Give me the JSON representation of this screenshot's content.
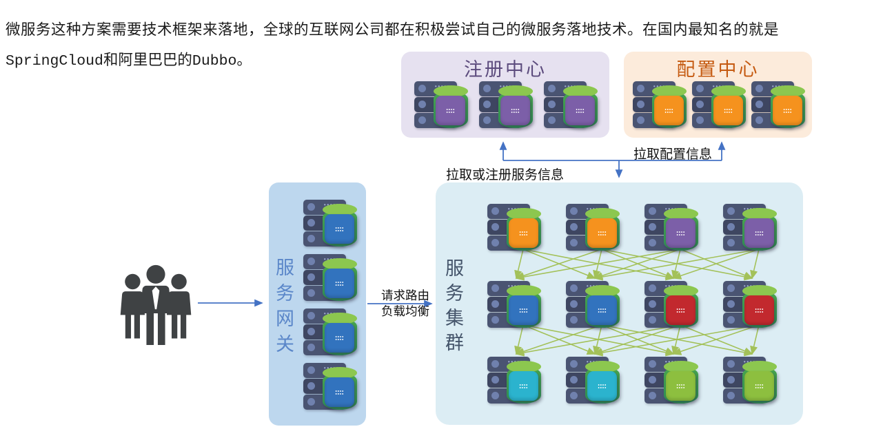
{
  "intro": {
    "line1": "微服务这种方案需要技术框架来落地，全球的互联网公司都在积极尝试自己的微服务落地技术。在国内最知名的就是",
    "line2": "SpringCloud和阿里巴巴的Dubbo。"
  },
  "boxes": {
    "registry": {
      "title": "注册中心"
    },
    "config": {
      "title": "配置中心"
    },
    "gateway": {
      "title": "服务网关"
    },
    "cluster": {
      "title": "服务集群"
    }
  },
  "labels": {
    "pull_or_register": "拉取或注册服务信息",
    "pull_config": "拉取配置信息",
    "route_line1": "请求路由",
    "route_line2": "负载均衡"
  },
  "palette": {
    "registry_bg": "#E6E1F0",
    "registry_title": "#5C4B7D",
    "config_bg": "#FCEBDB",
    "config_title": "#C55A11",
    "gateway_bg": "#BDD7EE",
    "gateway_title": "#5B87C9",
    "cluster_bg": "#DCEDF4",
    "cluster_title": "#44546A",
    "arrow_blue": "#4472C4",
    "arrow_green": "#A3C159",
    "people": "#3F4244",
    "cube_purple": "#7C5FA8",
    "cube_orange": "#F5921E",
    "cube_blue": "#3273BE",
    "cube_red": "#C2292E",
    "cube_cyan": "#2BB3CE",
    "cube_green": "#8DBF3F"
  },
  "server_groups": {
    "registry": {
      "cubes": [
        "#7C5FA8",
        "#7C5FA8",
        "#7C5FA8"
      ]
    },
    "config": {
      "cubes": [
        "#F5921E",
        "#F5921E",
        "#F5921E"
      ]
    },
    "gateway": {
      "cubes": [
        "#3273BE",
        "#3273BE",
        "#3273BE",
        "#3273BE"
      ]
    },
    "cluster_row1": {
      "cubes": [
        "#F5921E",
        "#F5921E",
        "#7C5FA8",
        "#7C5FA8"
      ]
    },
    "cluster_row2": {
      "cubes": [
        "#3273BE",
        "#3273BE",
        "#C2292E",
        "#C2292E"
      ]
    },
    "cluster_row3": {
      "cubes": [
        "#2BB3CE",
        "#2BB3CE",
        "#8DBF3F",
        "#8DBF3F"
      ]
    }
  }
}
